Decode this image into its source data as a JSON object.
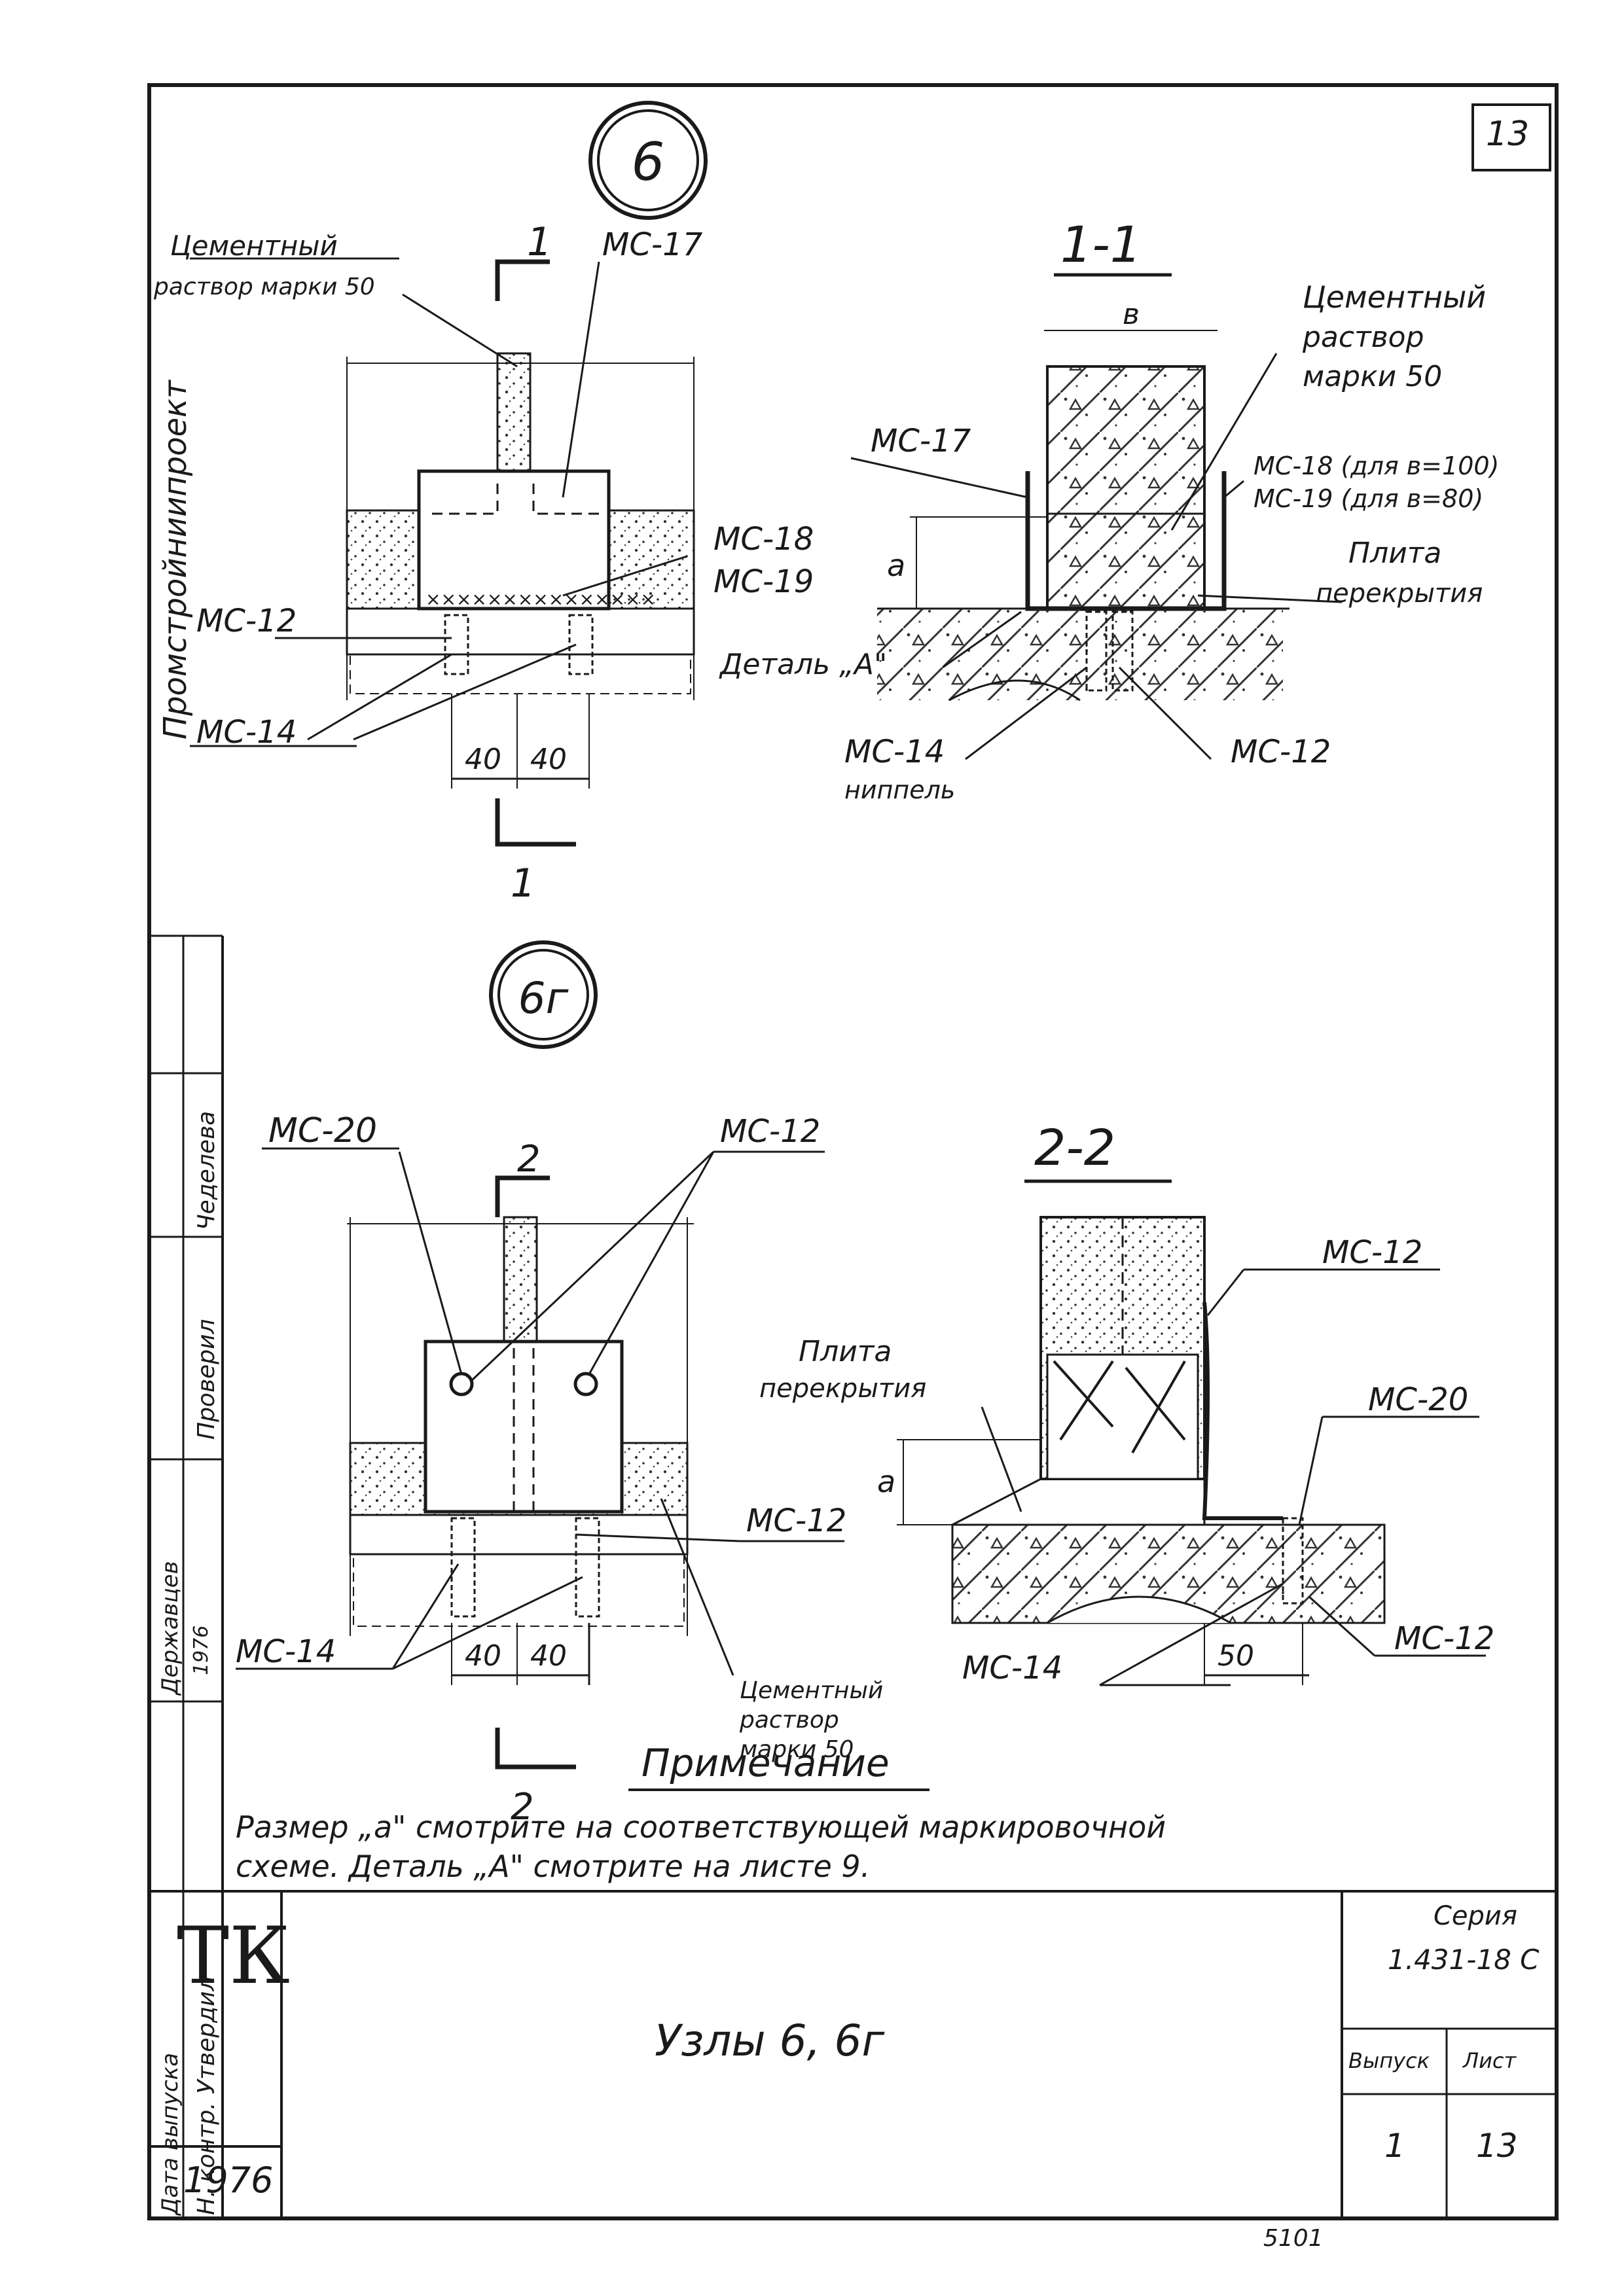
{
  "sheet": {
    "corner_number": "13"
  },
  "detail6": {
    "circle": "6",
    "section_mark": "1",
    "label_cement": [
      "Цементный",
      "раствор марки 50"
    ],
    "label_mc17": "МС-17",
    "label_mc18": "МС-18",
    "label_mc19": "МС-19",
    "label_mc12": "МС-12",
    "label_mc14": "МС-14",
    "dim_40a": "40",
    "dim_40b": "40"
  },
  "section11": {
    "title": "1-1",
    "dim_b": "в",
    "label_cement": [
      "Цементный",
      "раствор",
      "марки 50"
    ],
    "label_mc17": "МС-17",
    "label_mc18": "МС-18 (для в=100)",
    "label_mc19": "МС-19 (для в=80)",
    "label_plita": [
      "Плита",
      "перекрытия"
    ],
    "dim_a": "а",
    "label_detail": "Деталь „А\"",
    "label_mc14": [
      "МС-14",
      "ниппель"
    ],
    "label_mc12": "МС-12"
  },
  "detail6g": {
    "circle": "6г",
    "section_mark": "2",
    "label_mc20": "МС-20",
    "label_mc12a": "МС-12",
    "label_mc12b": "МС-12",
    "label_mc14": "МС-14",
    "dim_40a": "40",
    "dim_40b": "40",
    "label_cement": [
      "Цементный",
      "раствор",
      "марки 50"
    ]
  },
  "section22": {
    "title": "2-2",
    "label_mc12a": "МС-12",
    "label_plita": [
      "Плита",
      "перекрытия"
    ],
    "label_mc20": "МС-20",
    "dim_a": "а",
    "label_mc14": "МС-14",
    "dim_50": "50",
    "label_mc12b": "МС-12"
  },
  "notes": {
    "heading": "Примечание",
    "line1": "Размер „а\" смотрите на соответствующей маркировочной",
    "line2": "схеме. Деталь „А\" смотрите на листе 9."
  },
  "side_stamp": {
    "org": "Промстройниипроект",
    "row_roles": [
      "Н. контр.",
      "Утвердил",
      "Проверил"
    ],
    "row_names": [
      "",
      "",
      "Чеделева"
    ],
    "date_label": "Дата выпуска",
    "date_value": "1976",
    "author": "Державцев"
  },
  "title_block": {
    "logo": "ТК",
    "year": "1976",
    "title": "Узлы 6, 6г",
    "series_label": "Серия",
    "series_value": "1.431-18 С",
    "issue_label": "Выпуск",
    "sheet_label": "Лист",
    "issue_value": "1",
    "sheet_value": "13"
  },
  "footer": {
    "stamp": "5101"
  }
}
